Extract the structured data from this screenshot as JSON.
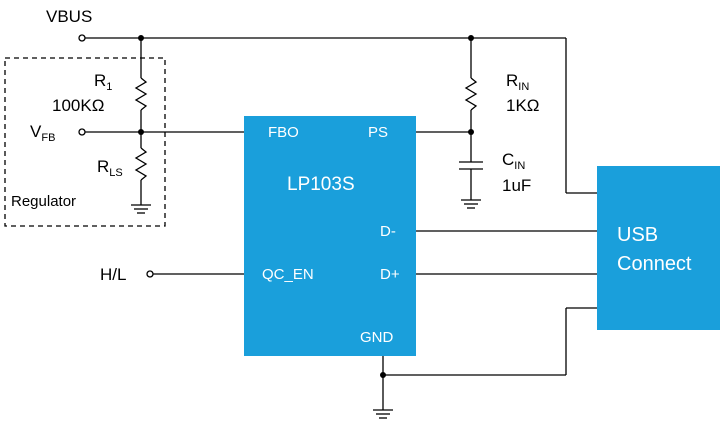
{
  "colors": {
    "block": "#1a9fdb",
    "wire": "#000000",
    "text_on_block": "#ffffff"
  },
  "nets": {
    "vbus": "VBUS",
    "vfb": "V",
    "vfb_sub": "FB",
    "hl": "H/L"
  },
  "regulator": {
    "label": "Regulator",
    "r1_name": "R",
    "r1_sub": "1",
    "r1_value": "100KΩ",
    "rls_name": "R",
    "rls_sub": "LS"
  },
  "input_network": {
    "rin_name": "R",
    "rin_sub": "IN",
    "rin_value": "1KΩ",
    "cin_name": "C",
    "cin_sub": "IN",
    "cin_value": "1uF"
  },
  "chip": {
    "name": "LP103S",
    "pins": {
      "fbo": "FBO",
      "ps": "PS",
      "dminus": "D-",
      "dplus": "D+",
      "qc_en": "QC_EN",
      "gnd": "GND"
    }
  },
  "usb": {
    "line1": "USB",
    "line2": "Connect"
  }
}
